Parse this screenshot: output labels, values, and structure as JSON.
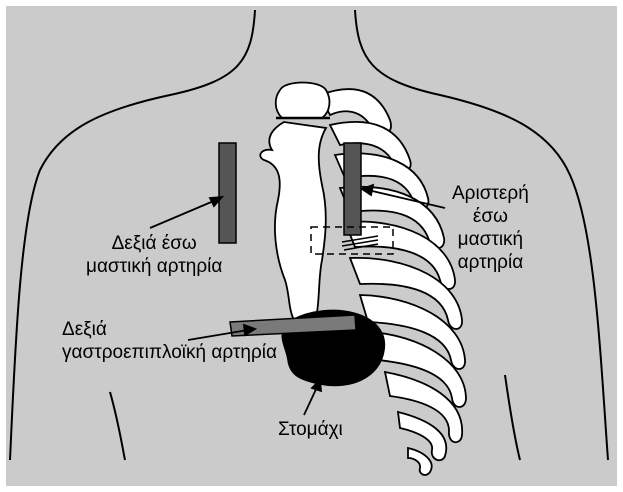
{
  "colors": {
    "background": "#cbcbcb",
    "outline": "#000000",
    "artery": "#555555",
    "stomach": "#000000",
    "bone_fill": "#ffffff"
  },
  "labels": {
    "right_internal_mammary": [
      "Δεξιά έσω",
      "μαστική αρτηρία"
    ],
    "left_internal_mammary": [
      "Αριστερή",
      "έσω",
      "μαστική",
      "αρτηρία"
    ],
    "right_gastroepiploic": [
      "Δεξιά",
      "γαστροεπιπλοϊκή αρτηρία"
    ],
    "stomach": [
      "Στομάχι"
    ]
  }
}
